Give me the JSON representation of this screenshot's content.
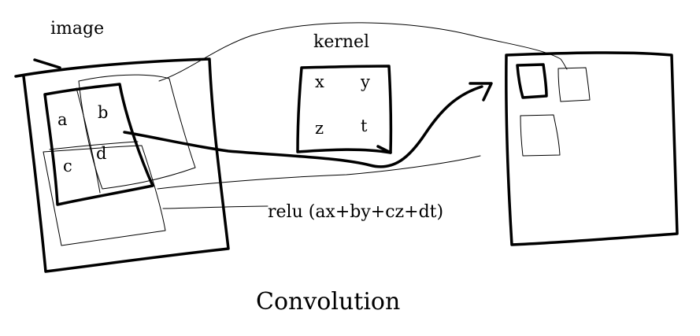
{
  "labels": {
    "image": "image",
    "kernel": "kernel",
    "formula": "relu (ax+by+cz+dt)",
    "caption": "Convolution"
  },
  "image_cells": {
    "a": "a",
    "b": "b",
    "c": "c",
    "d": "d"
  },
  "kernel_cells": {
    "x": "x",
    "y": "y",
    "z": "z",
    "t": "t"
  },
  "colors": {
    "ink": "#000000",
    "background": "#ffffff"
  }
}
